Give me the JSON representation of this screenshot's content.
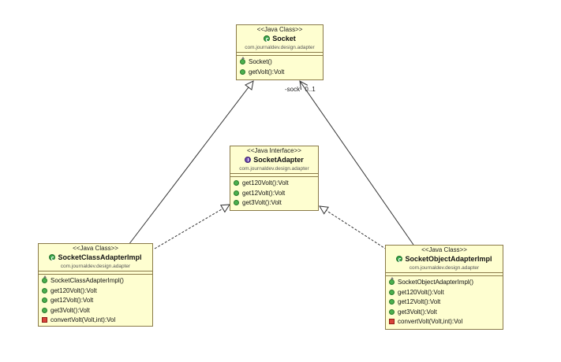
{
  "stereotypes": {
    "class": "<<Java Class>>",
    "interface": "<<Java Interface>>"
  },
  "socket": {
    "name": "Socket",
    "package": "com.journaldev.design.adapter",
    "operations": [
      "Socket()",
      "getVolt():Volt"
    ]
  },
  "socket_adapter": {
    "name": "SocketAdapter",
    "package": "com.journaldev.design.adapter",
    "operations": [
      "get120Volt():Volt",
      "get12Volt():Volt",
      "get3Volt():Volt"
    ]
  },
  "class_adapter": {
    "name": "SocketClassAdapterImpl",
    "package": "com.journaldev.design.adapter",
    "operations": [
      "SocketClassAdapterImpl()",
      "get120Volt():Volt",
      "get12Volt():Volt",
      "get3Volt():Volt",
      "convertVolt(Volt,int):Vol"
    ]
  },
  "object_adapter": {
    "name": "SocketObjectAdapterImpl",
    "package": "com.journaldev.design.adapter",
    "operations": [
      "SocketObjectAdapterImpl()",
      "get120Volt():Volt",
      "get12Volt():Volt",
      "get3Volt():Volt",
      "convertVolt(Volt,int):Vol"
    ]
  },
  "association": {
    "role": "-sock",
    "multiplicity": "0..1"
  },
  "colors": {
    "box_fill": "#fefed0",
    "box_border": "#8a7a48",
    "line": "#333333"
  }
}
